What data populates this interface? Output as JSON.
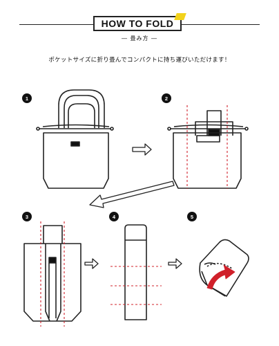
{
  "header": {
    "title": "HOW TO FOLD",
    "subtitle": "― 畳み方 ―",
    "accent_color": "#f2d21b"
  },
  "intro_text": "ポケットサイズに折り畳んでコンパクトに持ち運びいただけます！",
  "steps": [
    {
      "number": "1"
    },
    {
      "number": "2"
    },
    {
      "number": "3"
    },
    {
      "number": "4"
    },
    {
      "number": "5"
    }
  ],
  "colors": {
    "line": "#222222",
    "fold_guide": "#d0202a",
    "arrow_fill": "#d0202a"
  }
}
